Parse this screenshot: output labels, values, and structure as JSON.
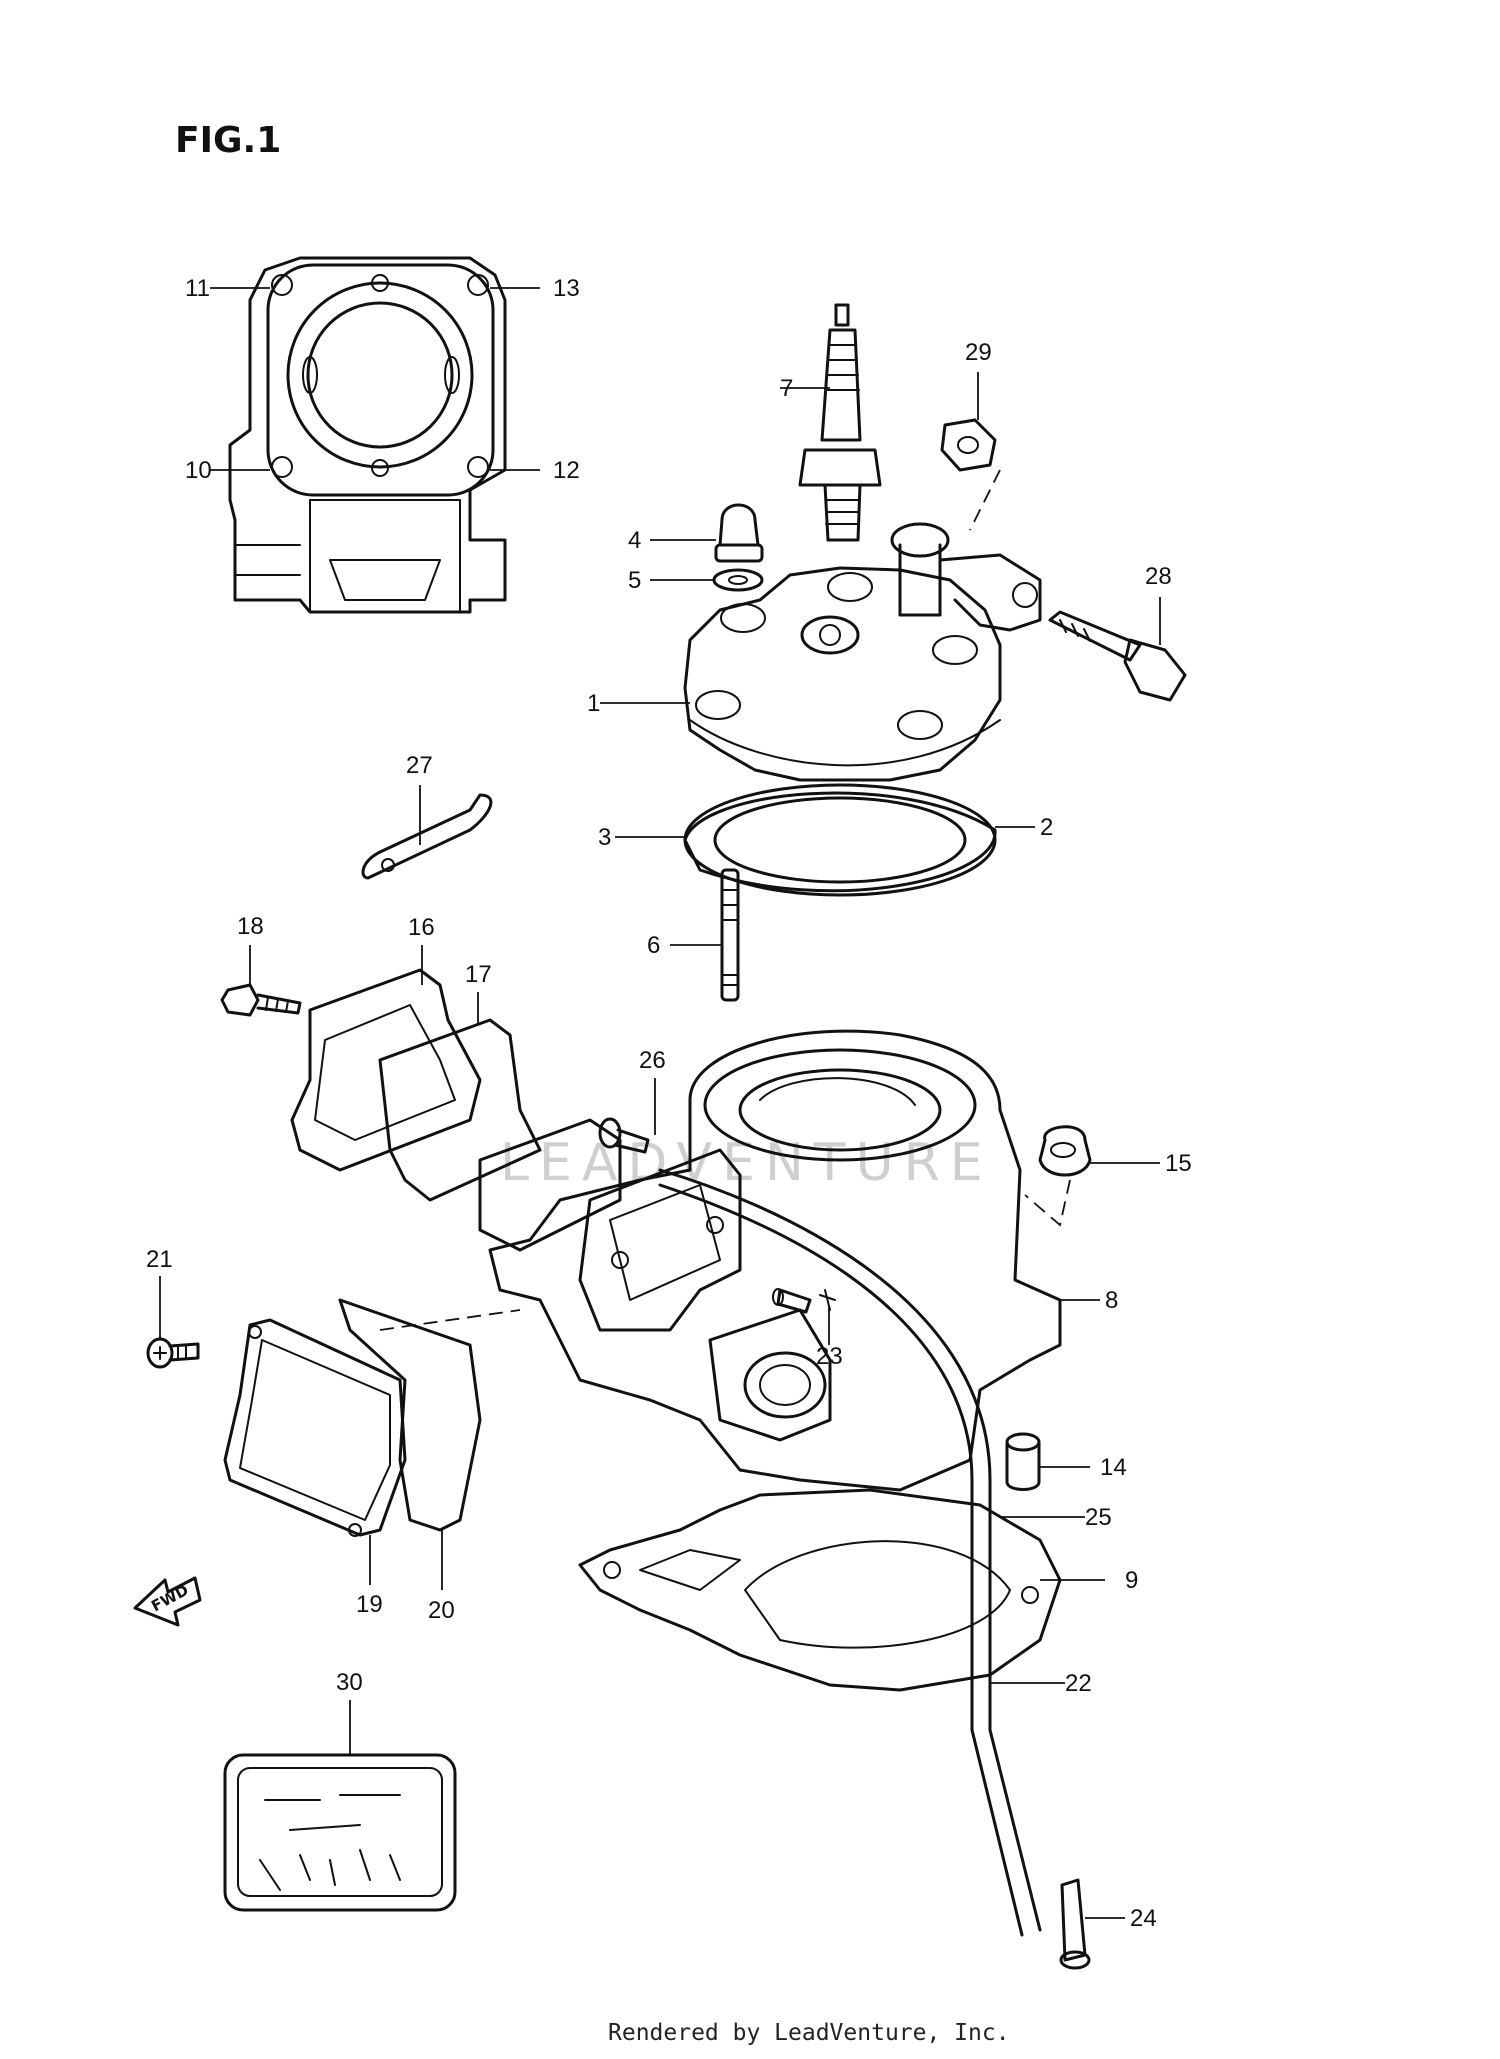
{
  "figure": {
    "title": "FIG.1"
  },
  "callouts": [
    {
      "id": "c1",
      "number": "1"
    },
    {
      "id": "c2",
      "number": "2"
    },
    {
      "id": "c3",
      "number": "3"
    },
    {
      "id": "c4",
      "number": "4"
    },
    {
      "id": "c5",
      "number": "5"
    },
    {
      "id": "c6",
      "number": "6"
    },
    {
      "id": "c7",
      "number": "7"
    },
    {
      "id": "c8",
      "number": "8"
    },
    {
      "id": "c9",
      "number": "9"
    },
    {
      "id": "c10",
      "number": "10"
    },
    {
      "id": "c11",
      "number": "11"
    },
    {
      "id": "c12",
      "number": "12"
    },
    {
      "id": "c13",
      "number": "13"
    },
    {
      "id": "c14",
      "number": "14"
    },
    {
      "id": "c15",
      "number": "15"
    },
    {
      "id": "c16",
      "number": "16"
    },
    {
      "id": "c17",
      "number": "17"
    },
    {
      "id": "c18",
      "number": "18"
    },
    {
      "id": "c19",
      "number": "19"
    },
    {
      "id": "c20",
      "number": "20"
    },
    {
      "id": "c21",
      "number": "21"
    },
    {
      "id": "c22",
      "number": "22"
    },
    {
      "id": "c23",
      "number": "23"
    },
    {
      "id": "c24",
      "number": "24"
    },
    {
      "id": "c25",
      "number": "25"
    },
    {
      "id": "c26",
      "number": "26"
    },
    {
      "id": "c27",
      "number": "27"
    },
    {
      "id": "c28",
      "number": "28"
    },
    {
      "id": "c29",
      "number": "29"
    },
    {
      "id": "c30",
      "number": "30"
    }
  ],
  "arrow": {
    "label": "FWD"
  },
  "footer": {
    "text": "Rendered by LeadVenture, Inc."
  }
}
